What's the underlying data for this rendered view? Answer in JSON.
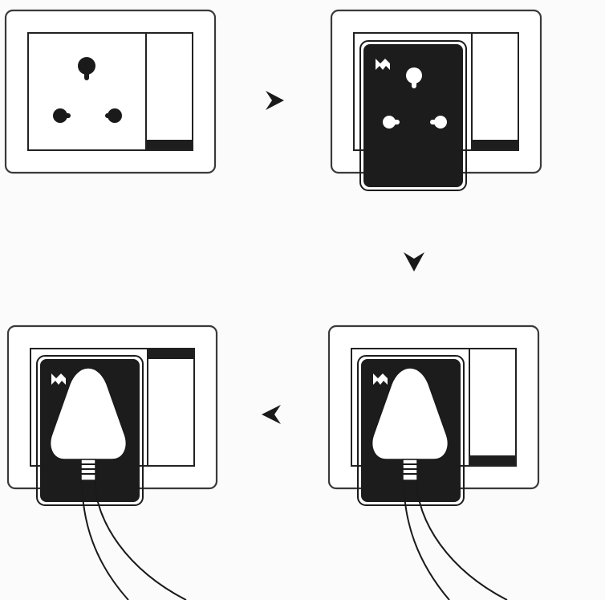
{
  "steps": [
    {
      "label": "socket-bare"
    },
    {
      "label": "adapter-attached"
    },
    {
      "label": "plug-inserted"
    },
    {
      "label": "plug-inserted-switch-on"
    }
  ],
  "icons": {
    "arrow_right": "arrow-right-icon",
    "arrow_down": "arrow-down-icon",
    "arrow_left": "arrow-left-icon",
    "brand_logo": "brand-logo-icon"
  },
  "colors": {
    "background": "#fbfbfb",
    "outline": "#1a1a1a",
    "adapter": "#1c1c1c",
    "plate": "#ffffff"
  }
}
